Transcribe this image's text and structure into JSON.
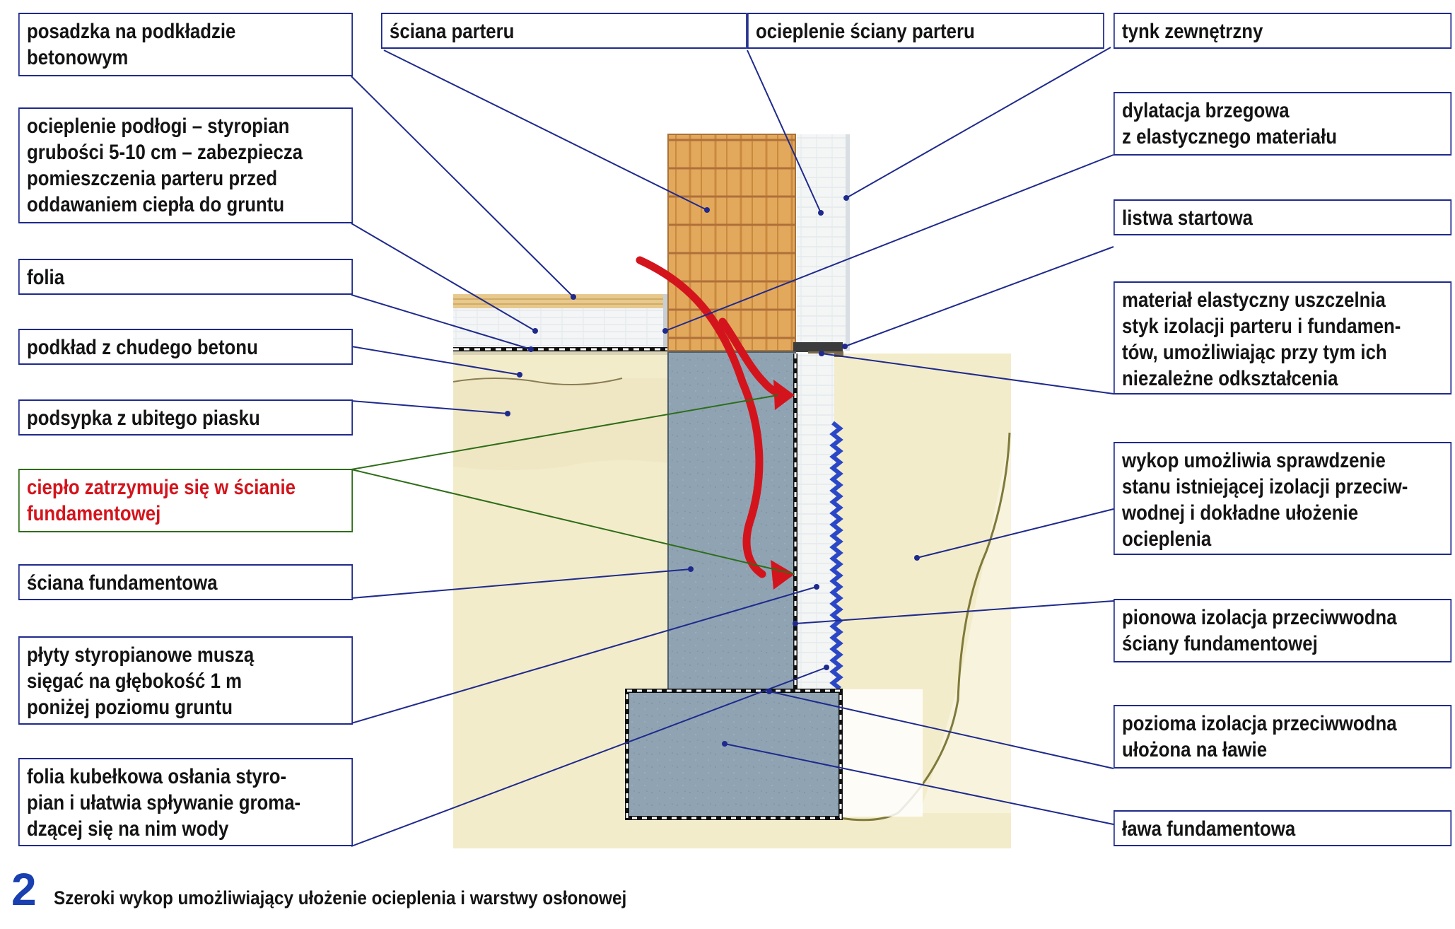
{
  "labels": {
    "posadzka": "posadzka na podkładzie\nbetonowym",
    "sciana_parteru": "ściana parteru",
    "ocieplenie_sciany": "ocieplenie ściany parteru",
    "tynk": "tynk zewnętrzny",
    "ocieplenie_podlogi": "ocieplenie podłogi – styropian\ngrubości 5-10 cm – zabezpiecza\npomieszczenia parteru przed\noddawaniem ciepła do gruntu",
    "dylatacja": "dylatacja brzegowa\nz elastycznego materiału",
    "folia": "folia",
    "listwa": "listwa startowa",
    "podklad": "podkład z chudego betonu",
    "material": "materiał elastyczny uszczelnia\nstyk izolacji parteru i fundamen-\ntów, umożliwiając przy tym ich\nniezależne odkształcenia",
    "podsypka": "podsypka z ubitego piasku",
    "cieplo": "ciepło zatrzymuje się w ścianie\nfundamentowej",
    "wykop": "wykop umożliwia sprawdzenie\nstanu istniejącej izolacji przeciw-\nwodnej i dokładne ułożenie\nocieplenia",
    "sciana_fund": "ściana fundamentowa",
    "pionowa": "pionowa izolacja przeciwwodna\nściany fundamentowej",
    "plyty": "płyty styropianowe muszą\nsięgać na głębokość 1 m\nponiżej poziomu gruntu",
    "pozioma": "pozioma izolacja przeciwwodna\nułożona na ławie",
    "folia_kubelkowa": "folia kubełkowa osłania styro-\npian i ułatwia spływanie groma-\ndzącej się na nim wody",
    "lawa": "ława fundamentowa"
  },
  "caption": {
    "number": "2",
    "text": "Szeroki wykop umożliwiający ułożenie ocieplenia i warstwy osłonowej"
  },
  "colors": {
    "label_border": "#1f2a8c",
    "highlight_text": "#d4141c",
    "highlight_border": "#2e6d18",
    "heat_arrow": "#d4141c",
    "concrete": "#8fa3b3",
    "brick": "#e2a85c",
    "sand": "#f3eccb",
    "caption_number": "#1a3fb0"
  }
}
